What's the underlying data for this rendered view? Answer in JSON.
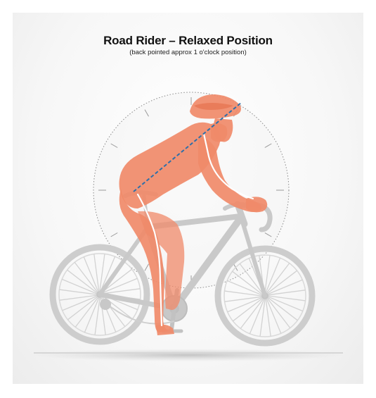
{
  "title": "Road Rider – Relaxed Position",
  "subtitle": "(back pointed approx 1 o'clock position)",
  "colors": {
    "rider": "#f08a69",
    "rider_highlight": "#ffffff",
    "bike": "#cfcfcf",
    "bike_dark": "#bdbdbd",
    "clock_ring": "#8a8a8a",
    "back_line": "#2f6fa8",
    "ground": "#bfbfbf"
  },
  "icons": {
    "clock": "clock-face",
    "rider": "cyclist-figure",
    "bike": "road-bicycle"
  }
}
